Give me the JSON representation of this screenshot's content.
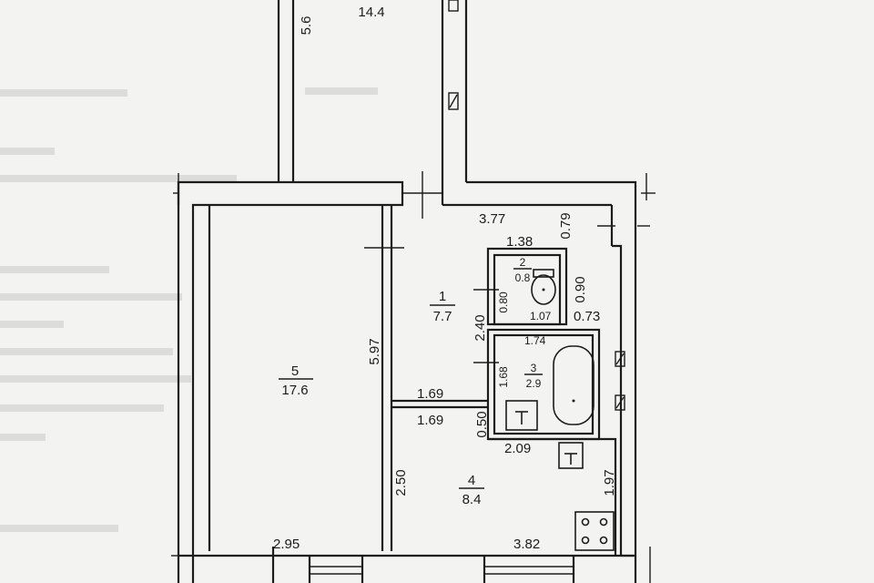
{
  "top_room": {
    "width": "5.6",
    "area": "14.4"
  },
  "rooms": [
    {
      "id": "room-1",
      "number": "1",
      "area": "7.7"
    },
    {
      "id": "room-2",
      "number": "2",
      "area": "0.8"
    },
    {
      "id": "room-3",
      "number": "3",
      "area": "2.9"
    },
    {
      "id": "room-4",
      "number": "4",
      "area": "8.4"
    },
    {
      "id": "room-5",
      "number": "5",
      "area": "17.6"
    }
  ],
  "dimensions": {
    "d377": "3.77",
    "d079": "0.79",
    "d138": "1.38",
    "d090": "0.90",
    "d080": "0.80",
    "d107": "1.07",
    "d073": "0.73",
    "d240": "2.40",
    "d174": "1.74",
    "d168": "1.68",
    "d597": "5.97",
    "d169a": "1.69",
    "d169b": "1.69",
    "d050": "0.50",
    "d209": "2.09",
    "d197": "1.97",
    "d250": "2.50",
    "d295": "2.95",
    "d382": "3.82"
  },
  "colors": {
    "ink": "#1c1c1c",
    "paper": "#f3f3f1",
    "ghost": "#c9c9c6"
  }
}
